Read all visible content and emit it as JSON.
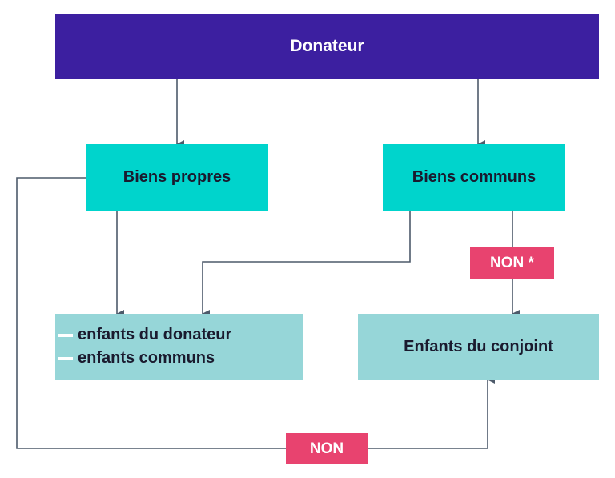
{
  "nodes": {
    "donateur": "Donateur",
    "biens_propres": "Biens propres",
    "biens_communs": "Biens communs",
    "enfants_left": [
      "enfants du donateur",
      "enfants communs"
    ],
    "enfants_conjoint": "Enfants du conjoint"
  },
  "tags": {
    "non_star": "NON *",
    "non": "NON"
  },
  "colors": {
    "header": "#3c1fa0",
    "level2": "#00d4cc",
    "level3": "#96d6d8",
    "tag": "#e8436f",
    "connector": "#4d5a6a"
  }
}
